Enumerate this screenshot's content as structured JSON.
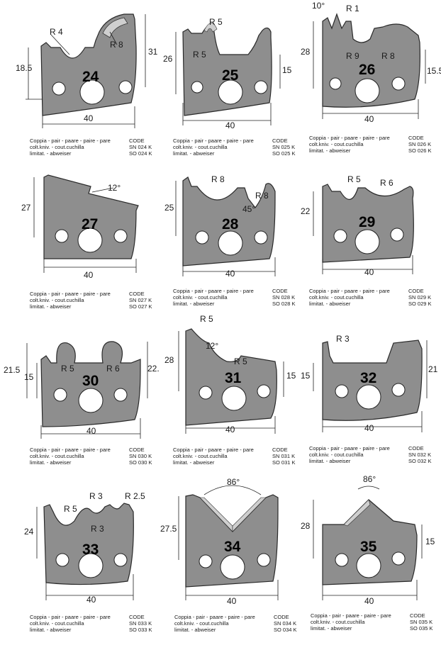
{
  "caption": {
    "line1": "Coppia - pair - paare - paire - pare",
    "line2": "colt.kniv. - cout.cuchilla",
    "line3": "limitat. - abweiser",
    "code_label": "CODE"
  },
  "profiles": [
    {
      "id": "24",
      "width": "40",
      "dims": [
        "18.5",
        "31"
      ],
      "radii": [
        "R 4",
        "R 8"
      ],
      "codes": [
        "SN 024 K",
        "SO 024 K"
      ]
    },
    {
      "id": "25",
      "width": "40",
      "dims": [
        "26",
        "15"
      ],
      "radii": [
        "R 5",
        "R 5"
      ],
      "codes": [
        "SN 025 K",
        "SO 025 K"
      ]
    },
    {
      "id": "26",
      "width": "40",
      "dims": [
        "28",
        "15.5"
      ],
      "radii": [
        "10°",
        "R 1",
        "R 9",
        "R 8"
      ],
      "codes": [
        "SN 026 K",
        "SO 026 K"
      ]
    },
    {
      "id": "27",
      "width": "40",
      "dims": [
        "27"
      ],
      "radii": [
        "12°"
      ],
      "codes": [
        "SN 027 K",
        "SO 027 K"
      ]
    },
    {
      "id": "28",
      "width": "40",
      "dims": [
        "25"
      ],
      "radii": [
        "R 8",
        "R 8",
        "45°"
      ],
      "codes": [
        "SN 028 K",
        "SO 028 K"
      ]
    },
    {
      "id": "29",
      "width": "40",
      "dims": [
        "22"
      ],
      "radii": [
        "R 5",
        "R 6"
      ],
      "codes": [
        "SN 029 K",
        "SO 029 K"
      ]
    },
    {
      "id": "30",
      "width": "40",
      "dims": [
        "21.5",
        "15",
        "22."
      ],
      "radii": [
        "R 5",
        "R 6"
      ],
      "codes": [
        "SN 030 K",
        "SO 030 K"
      ]
    },
    {
      "id": "31",
      "width": "40",
      "dims": [
        "28",
        "15"
      ],
      "radii": [
        "R 5",
        "12°",
        "R 5"
      ],
      "codes": [
        "SN 031 K",
        "SO 031 K"
      ]
    },
    {
      "id": "32",
      "width": "40",
      "dims": [
        "15",
        "21"
      ],
      "radii": [
        "R 3"
      ],
      "codes": [
        "SN 032 K",
        "SO 032 K"
      ]
    },
    {
      "id": "33",
      "width": "40",
      "dims": [
        "24"
      ],
      "radii": [
        "R 3",
        "R 2.5",
        "R 5",
        "R 3"
      ],
      "codes": [
        "SN 033 K",
        "SO 033 K"
      ]
    },
    {
      "id": "34",
      "width": "40",
      "dims": [
        "27.5"
      ],
      "radii": [
        "86°"
      ],
      "codes": [
        "SN 034 K",
        "SO 034 K"
      ]
    },
    {
      "id": "35",
      "width": "40",
      "dims": [
        "28",
        "15"
      ],
      "radii": [
        "86°"
      ],
      "codes": [
        "SN 035 K",
        "SO 035 K"
      ]
    }
  ]
}
